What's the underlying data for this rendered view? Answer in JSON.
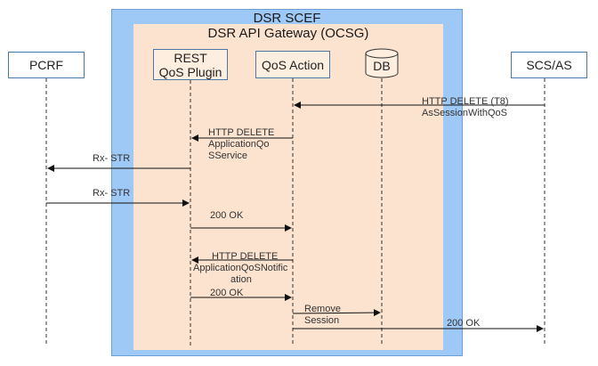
{
  "containers": {
    "scef_title": "DSR SCEF",
    "gateway_title": "DSR API Gateway (OCSG)"
  },
  "participants": {
    "pcrf": "PCRF",
    "rest_line1": "REST",
    "rest_line2": "QoS Plugin",
    "qos_action": "QoS Action",
    "db": "DB",
    "scs_as": "SCS/AS"
  },
  "messages": [
    {
      "line1": "HTTP DELETE (T8)",
      "line2": "AsSessionWithQoS"
    },
    {
      "line1": "HTTP DELETE",
      "line2": "ApplicationQo",
      "line3": "SService"
    },
    {
      "line1": "Rx- STR"
    },
    {
      "line1": "Rx- STR"
    },
    {
      "line1": "200 OK"
    },
    {
      "line1": "HTTP DELETE",
      "line2": "ApplicationQoSNotific",
      "line3": "ation"
    },
    {
      "line1": "200 OK"
    },
    {
      "line1": "Remove",
      "line2": "Session"
    },
    {
      "line1": "200 OK"
    }
  ]
}
